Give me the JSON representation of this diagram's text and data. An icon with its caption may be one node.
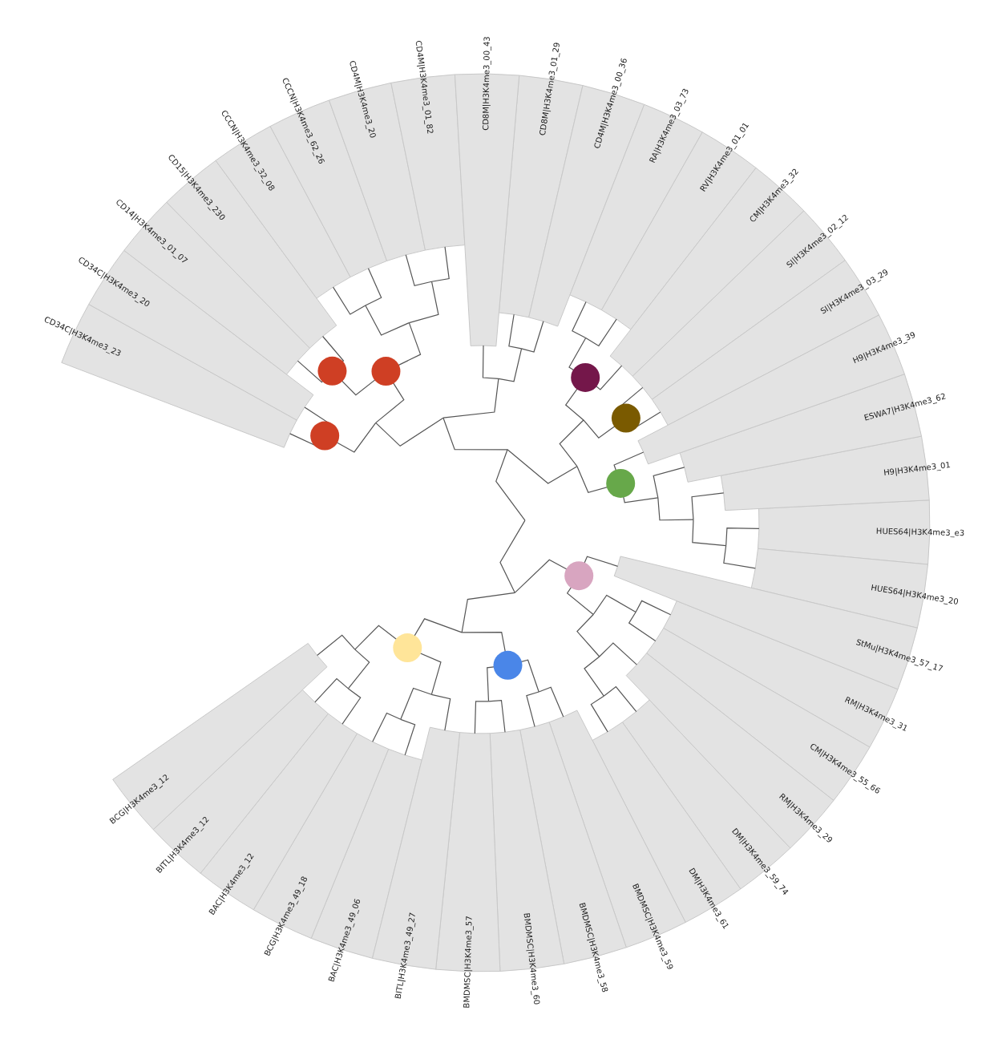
{
  "diagram": {
    "labels": [
      "CD34C|H3K4me3_23",
      "CD34C|H3K4me3_20",
      "CD14|H3K4me3_01_07",
      "CD15|H3K4me3_230",
      "CCCN|H3K4me3_32_08",
      "CCCN|H3K4me3_62_26",
      "CD4M|H3K4me3_20",
      "CD4M|H3K4me3_01_82",
      "CD8M|H3K4me3_00_43",
      "CD8M|H3K4me3_01_29",
      "CD4M|H3K4me3_00_36",
      "RA|H3K4me3_03_73",
      "RV|H3K4me3_01_01",
      "CM|H3K4me3_32",
      "SI|H3K4me3_02_12",
      "SI|H3K4me3_03_29",
      "H9|H3K4me3_39",
      "ESWA7|H3K4me3_62",
      "H9|H3K4me3_01",
      "HUES64|H3K4me3_e3",
      "HUES64|H3K4me3_20",
      "StMu|H3K4me3_57_17",
      "RM|H3K4me3_31",
      "CM|H3K4me3_55_66",
      "RM|H3K4me3_29",
      "DM|H3K4me3_59_74",
      "DM|H3K4me3_61",
      "BMDMSC|H3K4me3_59",
      "BMDMSC|H3K4me3_58",
      "BMDMSC|H3K4me3_60",
      "BMDMSC|H3K4me3_57",
      "BITL|H3K4me3_49_27",
      "BAC|H3K4me3_49_06",
      "BCG|H3K4me3_49_18",
      "BAC|H3K4me3_12",
      "BITL|H3K4me3_12",
      "BCG|H3K4me3_12"
    ]
  }
}
